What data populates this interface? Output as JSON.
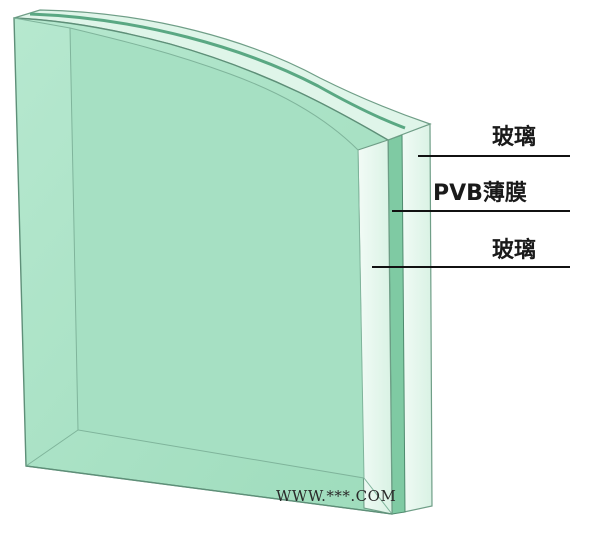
{
  "labels": {
    "glass_top": "玻璃",
    "pvb_film": "PVB薄膜",
    "glass_bottom": "玻璃"
  },
  "watermark": "WWW.***.COM",
  "colors": {
    "glass_face": "#a9e3c6",
    "glass_edge": "#e8f8ef",
    "pvb_layer": "#8ad2ad",
    "outline": "#5e8f78",
    "leader_line": "#111111"
  }
}
